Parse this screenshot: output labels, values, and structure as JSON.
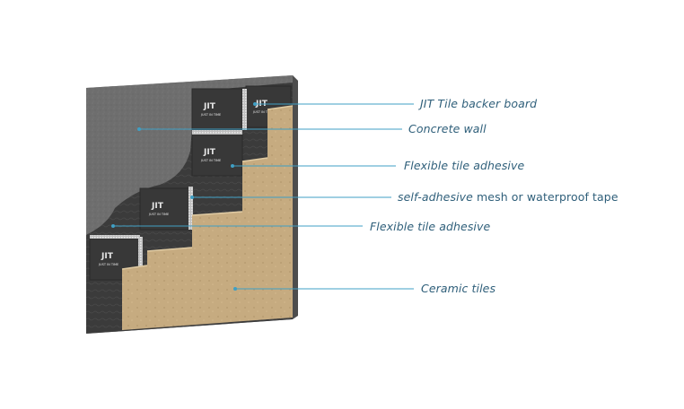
{
  "colors": {
    "leader_line": "#3f9fc4",
    "label_text": "#2f5f7a",
    "concrete": "#6b6b6b",
    "adhesive": "#3a3a3a",
    "backer_board": "#3d3d3d",
    "tile": "#c9ae84"
  },
  "board_brand": {
    "logo": "JIT",
    "tagline": "JUST IN TIME"
  },
  "labels": [
    {
      "id": "backer-board",
      "text": "JIT  Tile backer board"
    },
    {
      "id": "concrete-wall",
      "text": "Concrete wall"
    },
    {
      "id": "flexible-adhesive-1",
      "text": "Flexible tile adhesive"
    },
    {
      "id": "mesh-tape",
      "text_prefix": "self-adhesive",
      "text_suffix": " mesh or waterproof tape"
    },
    {
      "id": "flexible-adhesive-2",
      "text": "Flexible tile adhesive"
    },
    {
      "id": "ceramic-tiles",
      "text": "Ceramic tiles"
    }
  ]
}
